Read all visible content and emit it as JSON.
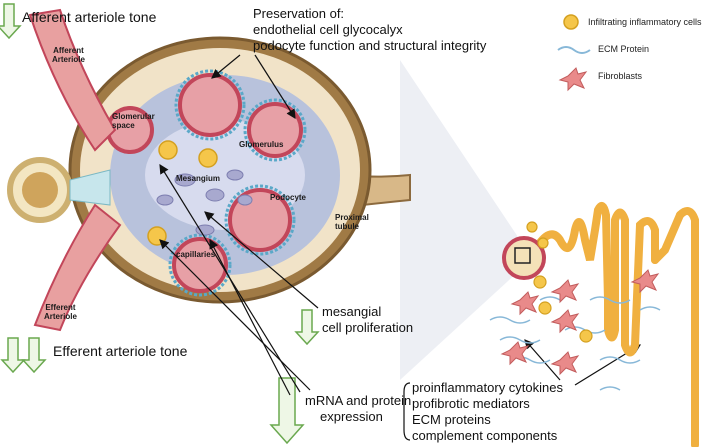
{
  "top_left_label": "Afferent arteriole tone",
  "bottom_left_label": "Efferent arteriole tone",
  "preservation": {
    "line1": "Preservation of:",
    "line2": "endothelial cell glycocalyx",
    "line3": "podocyte function and structural integrity"
  },
  "mesangial": {
    "line1": "mesangial",
    "line2": "cell proliferation"
  },
  "expression": {
    "line1": "mRNA and protein",
    "line2": "expression"
  },
  "mediators": [
    "proinflammatory cytokines",
    "profibrotic mediators",
    "ECM proteins",
    "complement components"
  ],
  "structure_labels": {
    "afferent": [
      "Afferent",
      "Arteriole"
    ],
    "efferent": [
      "Efferent",
      "Arteriole"
    ],
    "glomerular_space": [
      "Glomerular",
      "space"
    ],
    "glomerulus": "Glomerulus",
    "mesangium": "Mesangium",
    "podocyte": "Podocyte",
    "proximal_tubule": [
      "Proximal",
      "tubule"
    ],
    "capillaries": "capillaries"
  },
  "legend": [
    {
      "icon": "inflammatory-cell-icon",
      "label": "Infiltrating inflammatory cells"
    },
    {
      "icon": "ecm-protein-icon",
      "label": "ECM Protein"
    },
    {
      "icon": "fibroblast-icon",
      "label": "Fibroblasts"
    }
  ],
  "colors": {
    "arrow_green": "#6aa84f",
    "arrow_fill": "#eef7e6",
    "arteriole": "#e8a0a0",
    "capsule": "#8c6a3e",
    "podocyte_blue": "#5aa8c8",
    "tubule": "#f0b040",
    "fibroblast": "#e98a8a",
    "inflammatory": "#f2c23a"
  }
}
